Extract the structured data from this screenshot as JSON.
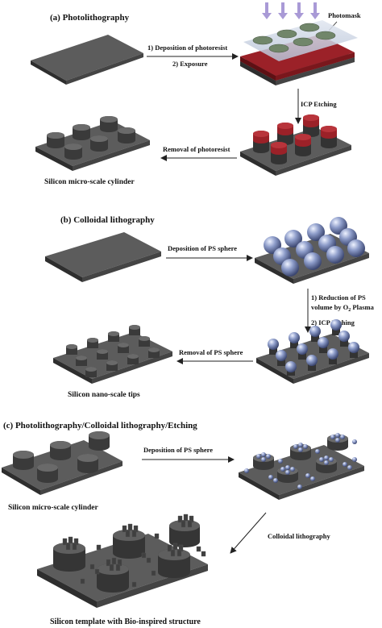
{
  "sections": {
    "a": {
      "title": "(a) Photolithography",
      "photomask": "Photomask",
      "step1": "1) Deposition of photoresist",
      "step2": "2) Exposure",
      "icp": "ICP Etching",
      "removal": "Removal of photoresist",
      "result": "Silicon micro-scale cylinder"
    },
    "b": {
      "title": "(b) Colloidal lithography",
      "deposition": "Deposition of PS sphere",
      "reduction1": "1) Reduction of PS",
      "reduction2": "volume by O",
      "reduction2_sub": "2",
      "reduction2_tail": " Plasma",
      "icp": "2) ICP Etching",
      "removal": "Removal of PS sphere",
      "result": "Silicon nano-scale tips"
    },
    "c": {
      "title": "(c) Photolithography/Colloidal lithography/Etching",
      "deposition": "Deposition of PS sphere",
      "left_result": "Silicon micro-scale cylinder",
      "colloidal": "Colloidal lithography",
      "result": "Silicon template with Bio-inspired structure"
    }
  },
  "colors": {
    "silicon_top": "#5c5c5c",
    "silicon_side": "#2e2e2e",
    "photoresist": "#9b2128",
    "photoresist_dark": "#5e1014",
    "mask_green": "#71866a",
    "mask_glass": "#c9d3e3",
    "uv_arrow": "#a99ad6",
    "ps_sphere": "#8d9cc9"
  }
}
